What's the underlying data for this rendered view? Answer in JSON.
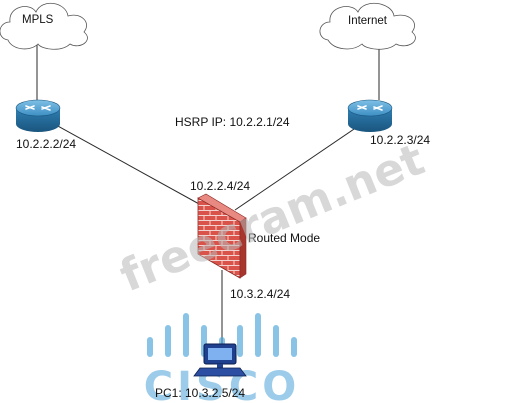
{
  "nodes": {
    "mpls_cloud": {
      "label": "MPLS"
    },
    "internet_cloud": {
      "label": "Internet"
    },
    "router_left": {
      "ip": "10.2.2.2/24"
    },
    "router_right": {
      "ip": "10.2.2.3/24"
    },
    "firewall": {
      "outside_ip": "10.2.2.4/24",
      "mode": "Routed Mode",
      "inside_ip": "10.3.2.4/24"
    },
    "pc1": {
      "label": "PC1: 10.3.2.5/24"
    }
  },
  "hsrp": {
    "label": "HSRP IP: 10.2.2.1/24"
  },
  "watermark": {
    "text": "freecram.net",
    "logo": "CISCO"
  },
  "colors": {
    "router_body": "#2f7fb3",
    "firewall_brick": "#d9534a",
    "cisco_logo": "#4aa3d8",
    "watermark": "#b8b8b8"
  }
}
